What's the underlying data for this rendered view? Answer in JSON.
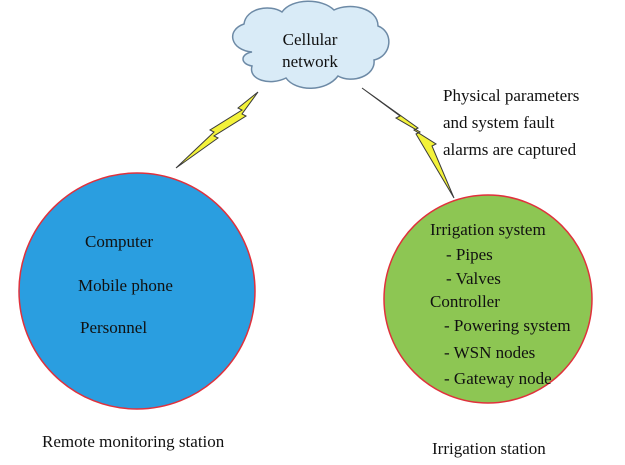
{
  "cloud": {
    "line1": "Cellular",
    "line2": "network"
  },
  "annotation": {
    "line1": "Physical parameters",
    "line2": "and system fault",
    "line3": "alarms are captured"
  },
  "remote_station": {
    "items": [
      "Computer",
      "Mobile phone",
      "Personnel"
    ],
    "caption": "Remote monitoring station"
  },
  "irrigation_station": {
    "items": [
      "Irrigation system",
      "- Pipes",
      "- Valves",
      "Controller",
      "- Powering system",
      "- WSN nodes",
      "- Gateway node"
    ],
    "caption": "Irrigation station"
  },
  "colors": {
    "cloud_fill": "#d9ebf7",
    "cloud_stroke": "#6d8aa6",
    "lightning_fill": "#f3f23a",
    "lightning_stroke": "#3a3a3a",
    "remote_fill": "#2a9ee0",
    "irrigation_fill": "#8dc653",
    "circle_stroke": "#e0313c"
  },
  "icons": {
    "cloud": "cloud-icon",
    "link": "lightning-bolt-icon"
  }
}
